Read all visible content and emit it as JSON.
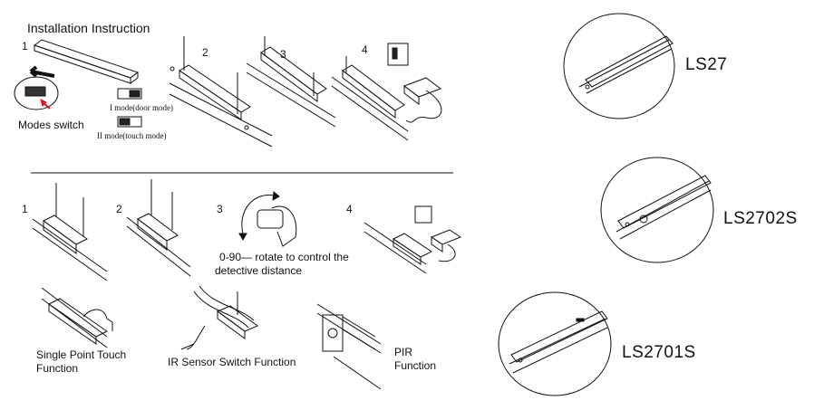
{
  "instruction": {
    "title": "Installation Instruction",
    "steps_top": [
      "1",
      "2",
      "3",
      "4"
    ],
    "steps_mid": [
      "1",
      "2",
      "3",
      "4"
    ],
    "modes_switch": "Modes switch",
    "mode_door": "I mode(door mode)",
    "mode_touch": "II mode(touch mode)",
    "rotate_line1": "0-90— rotate to control the",
    "rotate_line2": "detective distance",
    "func_touch_line1": "Single Point Touch",
    "func_touch_line2": "Function",
    "func_ir": "IR Sensor Switch Function",
    "func_pir_line1": "PIR",
    "func_pir_line2": "Function"
  },
  "products": [
    {
      "model": "LS27"
    },
    {
      "model": "LS2702S"
    },
    {
      "model": "LS2701S"
    }
  ]
}
